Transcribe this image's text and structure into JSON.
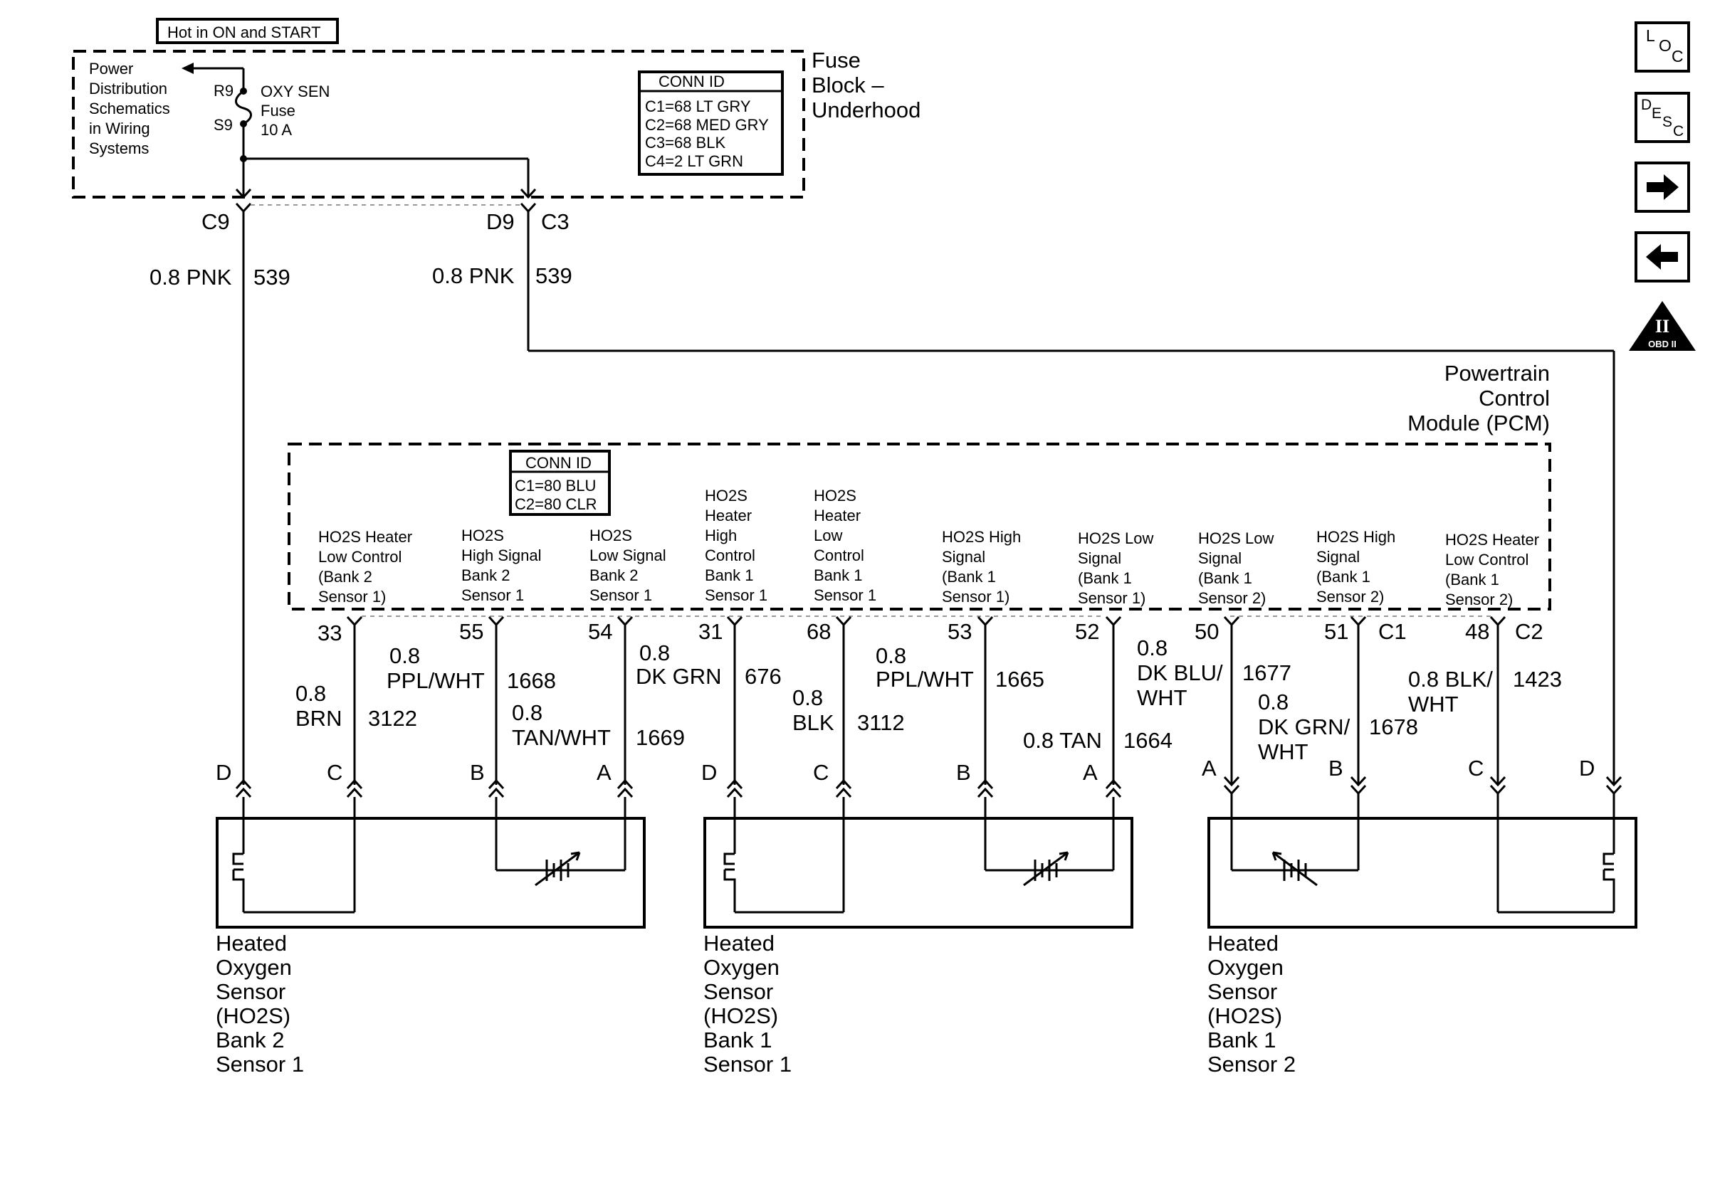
{
  "power": {
    "hot_label": "Hot in ON and START",
    "pds_lines": [
      "Power",
      "Distribution",
      "Schematics",
      "in Wiring",
      "Systems"
    ],
    "fuse_pin_top": "R9",
    "fuse_pin_bottom": "S9",
    "fuse_name_lines": [
      "OXY SEN",
      "Fuse",
      "10 A"
    ],
    "fuse_block_lines": [
      "Fuse",
      "Block –",
      "Underhood"
    ]
  },
  "fuse_conn": {
    "title": "CONN ID",
    "lines": [
      "C1=68 LT GRY",
      "C2=68 MED GRY",
      "C3=68 BLK",
      "C4=2 LT GRN"
    ]
  },
  "pcm_conn": {
    "title": "CONN ID",
    "lines": [
      "C1=80 BLU",
      "C2=80 CLR"
    ]
  },
  "fuse_outputs": {
    "left_pin": "C9",
    "right_pin": "D9",
    "right_conn": "C3",
    "left_wire_size": "0.8 PNK",
    "left_circuit": "539",
    "right_wire_size": "0.8 PNK",
    "right_circuit": "539"
  },
  "pcm": {
    "title_lines": [
      "Powertrain",
      "Control",
      "Module (PCM)"
    ],
    "conn_c1": "C1",
    "conn_c2": "C2",
    "pins": [
      {
        "lines": [
          "HO2S Heater",
          "Low Control",
          "(Bank 2",
          "Sensor 1)"
        ],
        "pin": "33"
      },
      {
        "lines": [
          "HO2S",
          "High Signal",
          "Bank 2",
          "Sensor 1"
        ],
        "pin": "55"
      },
      {
        "lines": [
          "HO2S",
          "Low Signal",
          "Bank 2",
          "Sensor 1"
        ],
        "pin": "54"
      },
      {
        "lines": [
          "HO2S",
          "Heater",
          "High",
          "Control",
          "Bank 1",
          "Sensor 1"
        ],
        "pin": "31"
      },
      {
        "lines": [
          "HO2S",
          "Heater",
          "Low",
          "Control",
          "Bank 1",
          "Sensor 1"
        ],
        "pin": "68"
      },
      {
        "lines": [
          "HO2S High",
          "Signal",
          "(Bank 1",
          "Sensor 1)"
        ],
        "pin": "53"
      },
      {
        "lines": [
          "HO2S Low",
          "Signal",
          "(Bank 1",
          "Sensor 1)"
        ],
        "pin": "52"
      },
      {
        "lines": [
          "HO2S Low",
          "Signal",
          "(Bank 1",
          "Sensor 2)"
        ],
        "pin": "50"
      },
      {
        "lines": [
          "HO2S High",
          "Signal",
          "(Bank 1",
          "Sensor 2)"
        ],
        "pin": "51"
      },
      {
        "lines": [
          "HO2S Heater",
          "Low Control",
          "(Bank 1",
          "Sensor 2)"
        ],
        "pin": "48"
      }
    ]
  },
  "wires": [
    {
      "id": "w1",
      "lines": [
        "0.8",
        "BRN"
      ],
      "circuit": "3122"
    },
    {
      "id": "w2",
      "lines": [
        "0.8",
        "PPL/WHT"
      ],
      "circuit": "1668"
    },
    {
      "id": "w3",
      "lines": [
        "0.8",
        "TAN/WHT"
      ],
      "circuit": "1669"
    },
    {
      "id": "w4",
      "lines": [
        "0.8",
        "DK GRN"
      ],
      "circuit": "676"
    },
    {
      "id": "w5",
      "lines": [
        "0.8",
        "BLK"
      ],
      "circuit": "3112"
    },
    {
      "id": "w6",
      "lines": [
        "0.8",
        "PPL/WHT"
      ],
      "circuit": "1665"
    },
    {
      "id": "w7",
      "lines": [
        "0.8 TAN"
      ],
      "circuit": "1664"
    },
    {
      "id": "w8",
      "lines": [
        "0.8",
        "DK BLU/",
        "WHT"
      ],
      "circuit": "1677"
    },
    {
      "id": "w9",
      "lines": [
        "0.8",
        "DK GRN/",
        "WHT"
      ],
      "circuit": "1678"
    },
    {
      "id": "w10",
      "lines": [
        "0.8 BLK/",
        "WHT"
      ],
      "circuit": "1423"
    }
  ],
  "sensors": [
    {
      "pins": [
        "D",
        "C",
        "B",
        "A"
      ],
      "lines": [
        "Heated",
        "Oxygen",
        "Sensor",
        "(HO2S)",
        "Bank 2",
        "Sensor 1"
      ]
    },
    {
      "pins": [
        "D",
        "C",
        "B",
        "A"
      ],
      "lines": [
        "Heated",
        "Oxygen",
        "Sensor",
        "(HO2S)",
        "Bank 1",
        "Sensor 1"
      ]
    },
    {
      "pins": [
        "A",
        "B",
        "C",
        "D"
      ],
      "lines": [
        "Heated",
        "Oxygen",
        "Sensor",
        "(HO2S)",
        "Bank 1",
        "Sensor 2"
      ]
    }
  ],
  "nav": {
    "loc": [
      "L",
      "O",
      "C"
    ],
    "desc": [
      "D",
      "E",
      "S",
      "C"
    ],
    "next_icon": "arrow-right-icon",
    "prev_icon": "arrow-left-icon",
    "obd_roman": "II",
    "obd_label": "OBD II"
  }
}
